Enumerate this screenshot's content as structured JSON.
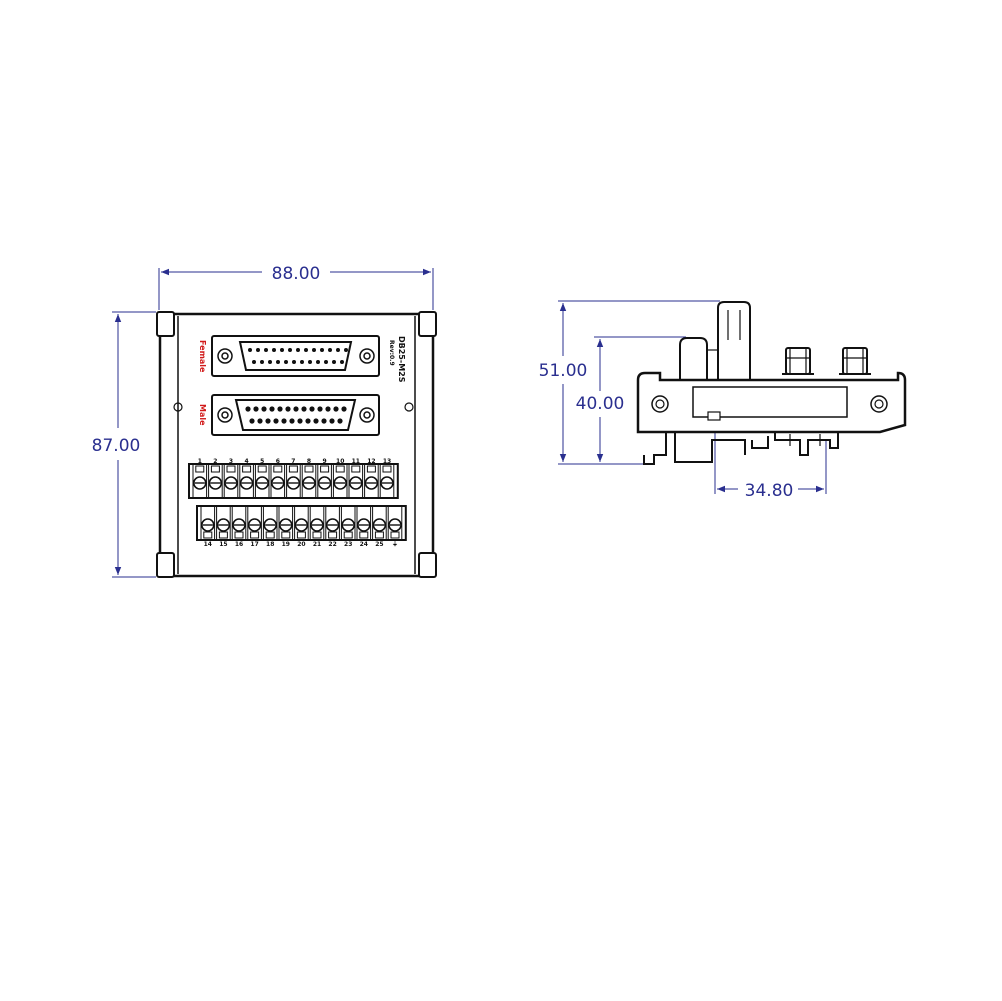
{
  "dimensions": {
    "width": "88.00",
    "height": "87.00",
    "side_height_total": "51.00",
    "side_height_body": "40.00",
    "rail_width": "34.80"
  },
  "board": {
    "label_female": "Female",
    "label_male": "Male",
    "model": "DB25-M2S",
    "revision": "Rev:0.9"
  },
  "terminals": {
    "top_row": [
      "1",
      "2",
      "3",
      "4",
      "5",
      "6",
      "7",
      "8",
      "9",
      "10",
      "11",
      "12",
      "13"
    ],
    "bottom_row": [
      "14",
      "15",
      "16",
      "17",
      "18",
      "19",
      "20",
      "21",
      "22",
      "23",
      "24",
      "25",
      "⏚"
    ]
  },
  "colors": {
    "dimension": "#2a2f8f",
    "drawing": "#111111",
    "label_red": "#d11a1a"
  }
}
